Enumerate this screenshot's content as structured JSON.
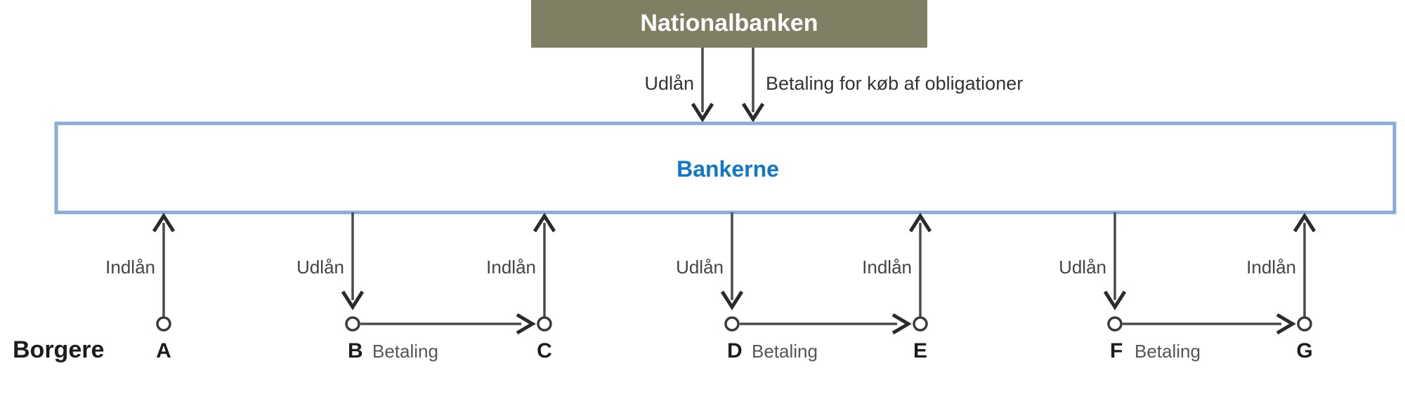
{
  "diagram": {
    "title_box": {
      "label": "Nationalbanken",
      "fill_color": "#817f63",
      "text_color": "#ffffff"
    },
    "bank_box": {
      "label": "Bankerne",
      "border_color": "#8aabd8",
      "text_color": "#1277c8",
      "fill_color": "#ffffff"
    },
    "row_label": "Borgere",
    "central_bank_flows": [
      {
        "id": "cb-udlaan",
        "label": "Udlån",
        "direction": "down"
      },
      {
        "id": "cb-obligationer",
        "label": "Betaling for køb af obligationer",
        "direction": "down"
      }
    ],
    "nodes": [
      {
        "id": "A",
        "letter": "A",
        "flow_label": "Indlån",
        "direction": "up"
      },
      {
        "id": "B",
        "letter": "B",
        "flow_label": "Udlån",
        "direction": "down"
      },
      {
        "id": "C",
        "letter": "C",
        "flow_label": "Indlån",
        "direction": "up"
      },
      {
        "id": "D",
        "letter": "D",
        "flow_label": "Udlån",
        "direction": "down"
      },
      {
        "id": "E",
        "letter": "E",
        "flow_label": "Indlån",
        "direction": "up"
      },
      {
        "id": "F",
        "letter": "F",
        "flow_label": "Udlån",
        "direction": "down"
      },
      {
        "id": "G",
        "letter": "G",
        "flow_label": "Indlån",
        "direction": "up"
      }
    ],
    "payments": [
      {
        "id": "pay-bc",
        "label": "Betaling",
        "from": "B",
        "to": "C"
      },
      {
        "id": "pay-de",
        "label": "Betaling",
        "from": "D",
        "to": "E"
      },
      {
        "id": "pay-fg",
        "label": "Betaling",
        "from": "F",
        "to": "G"
      }
    ]
  }
}
